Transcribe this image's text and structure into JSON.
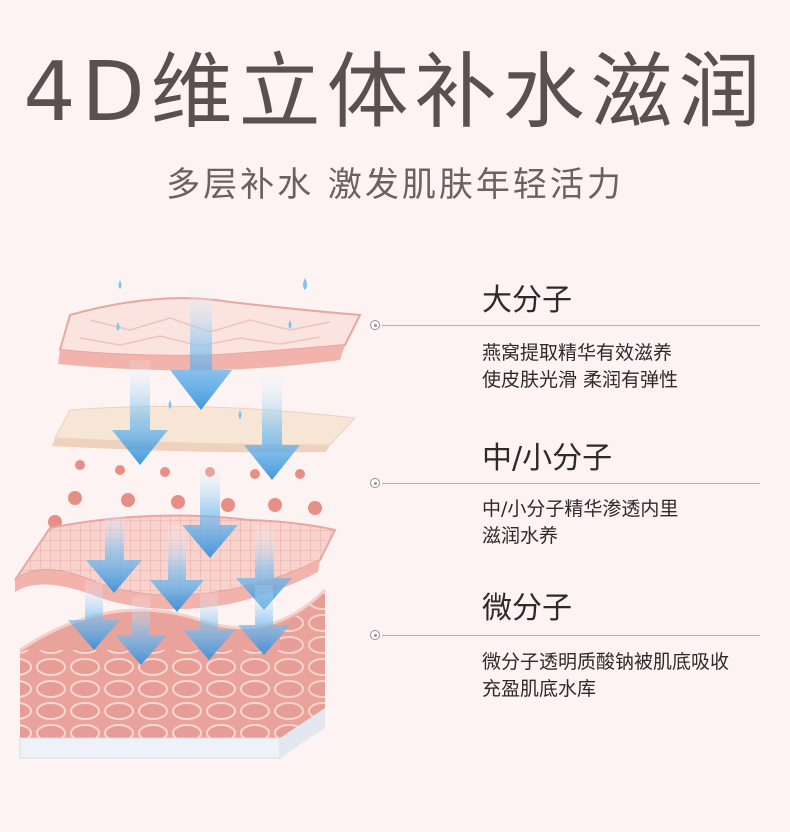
{
  "header": {
    "title": "4D维立体补水滋润",
    "subtitle": "多层补水 激发肌肤年轻活力"
  },
  "layers": [
    {
      "name": "大分子",
      "desc_line1": "燕窝提取精华有效滋养",
      "desc_line2": "使皮肤光滑 柔润有弹性"
    },
    {
      "name": "中/小分子",
      "desc_line1": "中/小分子精华渗透内里",
      "desc_line2": "滋润水养"
    },
    {
      "name": "微分子",
      "desc_line1": "微分子透明质酸钠被肌底吸收",
      "desc_line2": "充盈肌底水库"
    }
  ],
  "colors": {
    "background": "#fdf3f3",
    "skin_pink": "#f2b3ad",
    "skin_deep": "#e8958e",
    "arrow_blue": "#4aa6e6",
    "title_gray": "#5a5050"
  },
  "icons": [
    "connector-dot-icon",
    "water-drop-icon",
    "down-arrow-icon"
  ]
}
